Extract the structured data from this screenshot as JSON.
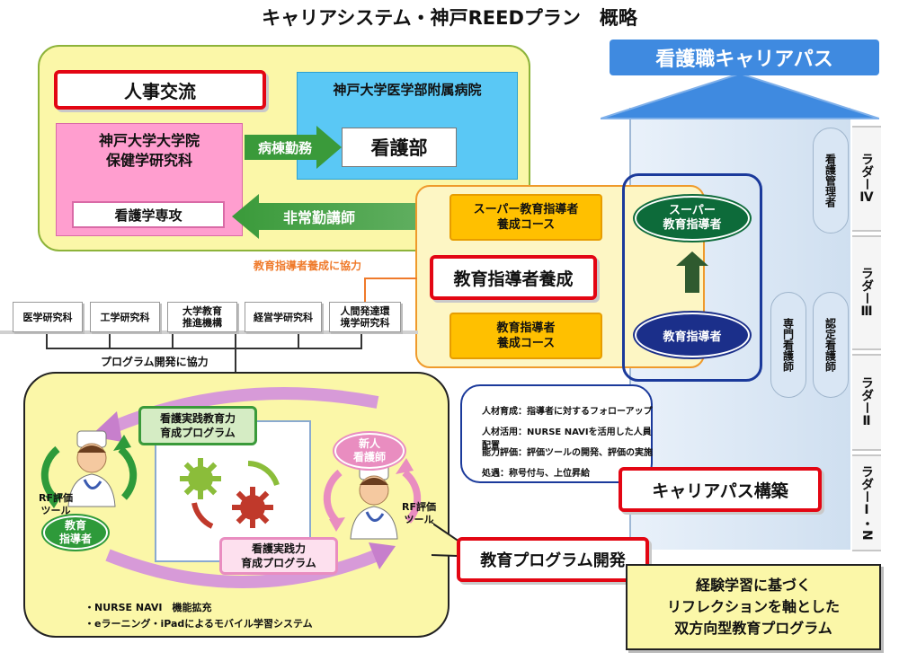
{
  "title": "キャリアシステム・神戸REEDプラン　概略",
  "career_path": {
    "banner": "看護職キャリアパス",
    "ladders": [
      "ラダーⅣ",
      "ラダーⅢ",
      "ラダーⅡ",
      "ラダーⅠ・N"
    ],
    "ovals": {
      "manager": "看護管理者",
      "specialist": "専門看護師",
      "certified": "認定看護師"
    }
  },
  "top_box": {
    "personnel_exchange": "人事交流",
    "grad_school": "神戸大学大学院\n保健学研究科",
    "nursing_major": "看護学専攻",
    "hospital": "神戸大学医学部附属病院",
    "nursing_dept": "看護部",
    "arrow_ward_duty": "病棟勤務",
    "arrow_part_time": "非常勤講師"
  },
  "training": {
    "super_course": "スーパー教育指導者\n養成コース",
    "center_label": "教育指導者養成",
    "course": "教育指導者\n養成コース",
    "cooperation": "教育指導者養成に協力",
    "super_instructor": "スーパー\n教育指導者",
    "instructor": "教育指導者"
  },
  "labs": {
    "items": [
      "医学研究科",
      "工学研究科",
      "大学教育\n推進機構",
      "経営学研究科",
      "人間発達環\n境学研究科"
    ],
    "note": "プログラム開発に協力"
  },
  "career_build": {
    "lines": [
      "人材育成：指導者に対するフォローアップ",
      "人材活用：NURSE NAVIを活用した人員配置",
      "能力評価：評価ツールの開発、評価の実施",
      "処遇：称号付与、上位昇給"
    ],
    "label": "キャリアパス構築"
  },
  "program": {
    "practice_edu": "看護実践教育力\n育成プログラム",
    "practice_ability": "看護実践力\n育成プログラム",
    "new_nurse": "新人\n看護師",
    "instructor": "教育\n指導者",
    "rf_tool_left": "RF評価\nツール",
    "rf_tool_right": "RF評価\nツール",
    "bullets": [
      "・NURSE  NAVI　機能拡充",
      "・eラーニング・iPadによるモバイル学習システム"
    ],
    "label": "教育プログラム開発"
  },
  "reflection": "経験学習に基づく\nリフレクションを軸とした\n双方向型教育プログラム",
  "colors": {
    "red": "#e30613",
    "green": "#0d6b3a",
    "yellow": "#fbf7a8",
    "blue": "#1b3a9b",
    "orange": "#ffc000",
    "pink": "#ff9ecf",
    "cyan": "#5ac8f5"
  }
}
